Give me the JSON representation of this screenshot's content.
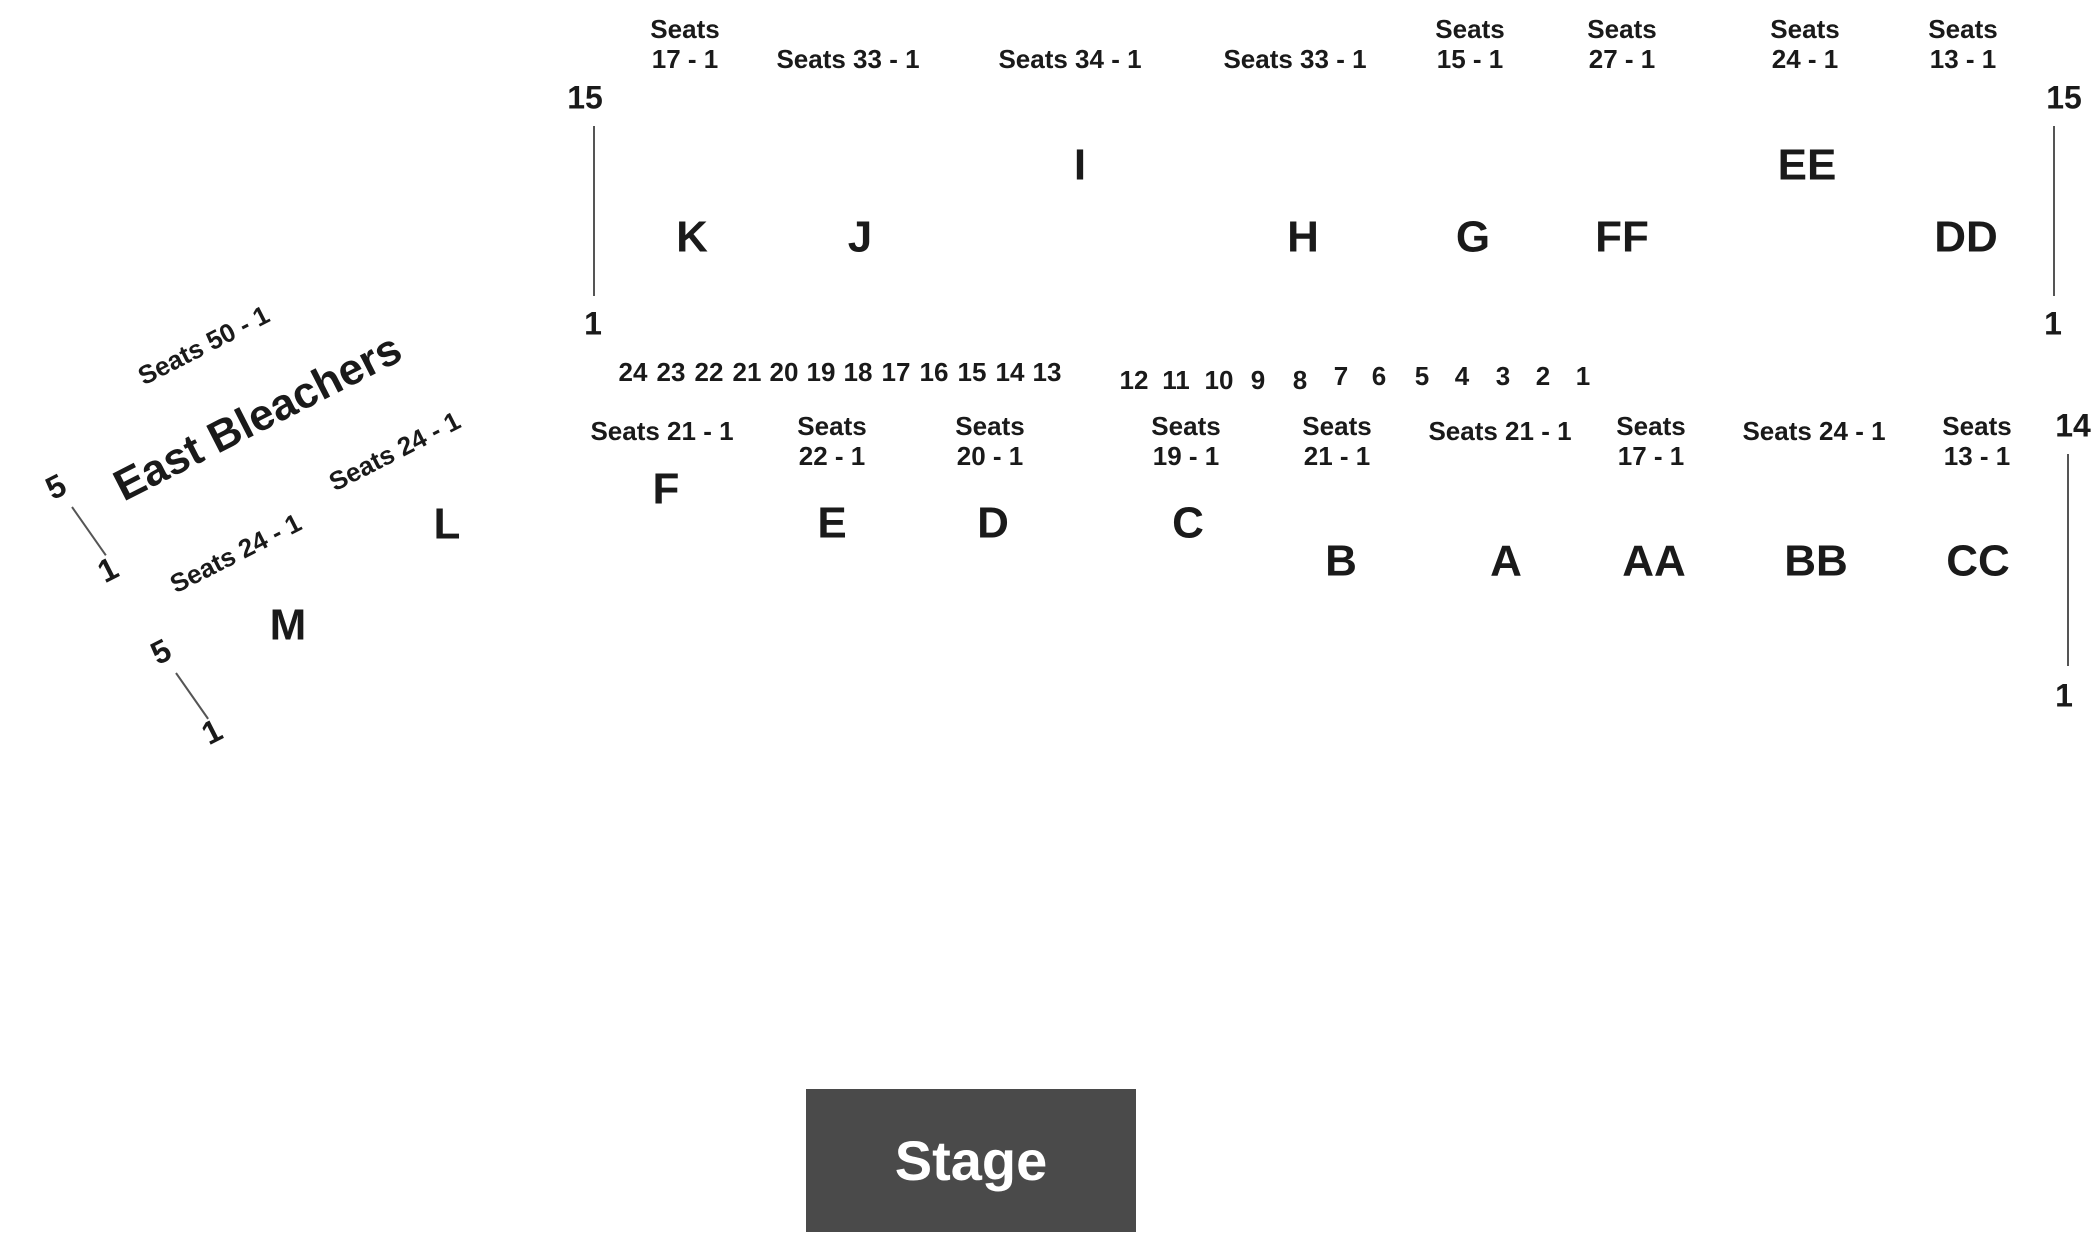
{
  "colors": {
    "stage_fill": "#4a4a4a",
    "text": "#1a1a1a",
    "line": "#555555"
  },
  "upper_sections": [
    {
      "label": "K",
      "seats": "Seats\n17 - 1"
    },
    {
      "label": "J",
      "seats": "Seats 33 - 1"
    },
    {
      "label": "I",
      "seats": "Seats 34 - 1"
    },
    {
      "label": "H",
      "seats": "Seats 33 - 1"
    },
    {
      "label": "G",
      "seats": "Seats\n15 - 1"
    },
    {
      "label": "FF",
      "seats": "Seats\n27 - 1"
    },
    {
      "label": "EE",
      "seats": "Seats\n24 - 1"
    },
    {
      "label": "DD",
      "seats": "Seats\n13 - 1"
    }
  ],
  "upper_rows": {
    "left_top": "15",
    "left_bottom": "1",
    "right_top": "15",
    "right_bottom": "1"
  },
  "row_numbers": [
    "24",
    "23",
    "22",
    "21",
    "20",
    "19",
    "18",
    "17",
    "16",
    "15",
    "14",
    "13",
    "12",
    "11",
    "10",
    "9",
    "8",
    "7",
    "6",
    "5",
    "4",
    "3",
    "2",
    "1"
  ],
  "lower_sections": [
    {
      "label": "F",
      "seats": "Seats 21 - 1"
    },
    {
      "label": "E",
      "seats": "Seats\n22 - 1"
    },
    {
      "label": "D",
      "seats": "Seats\n20 - 1"
    },
    {
      "label": "C",
      "seats": "Seats\n19 - 1"
    },
    {
      "label": "B",
      "seats": "Seats\n21 - 1"
    },
    {
      "label": "A",
      "seats": "Seats 21 - 1"
    },
    {
      "label": "AA",
      "seats": "Seats\n17 - 1"
    },
    {
      "label": "BB",
      "seats": "Seats 24 - 1"
    },
    {
      "label": "CC",
      "seats": "Seats\n13 - 1"
    }
  ],
  "lower_rows": {
    "right_top": "14",
    "right_bottom": "1"
  },
  "east": {
    "title": "East Bleachers",
    "top_seats": "Seats 50 - 1",
    "l_seats": "Seats 24 - 1",
    "l_label": "L",
    "m_seats": "Seats 24 - 1",
    "m_label": "M",
    "row1_top": "5",
    "row1_bottom": "1",
    "row2_top": "5",
    "row2_bottom": "1"
  },
  "stage": {
    "label": "Stage"
  }
}
